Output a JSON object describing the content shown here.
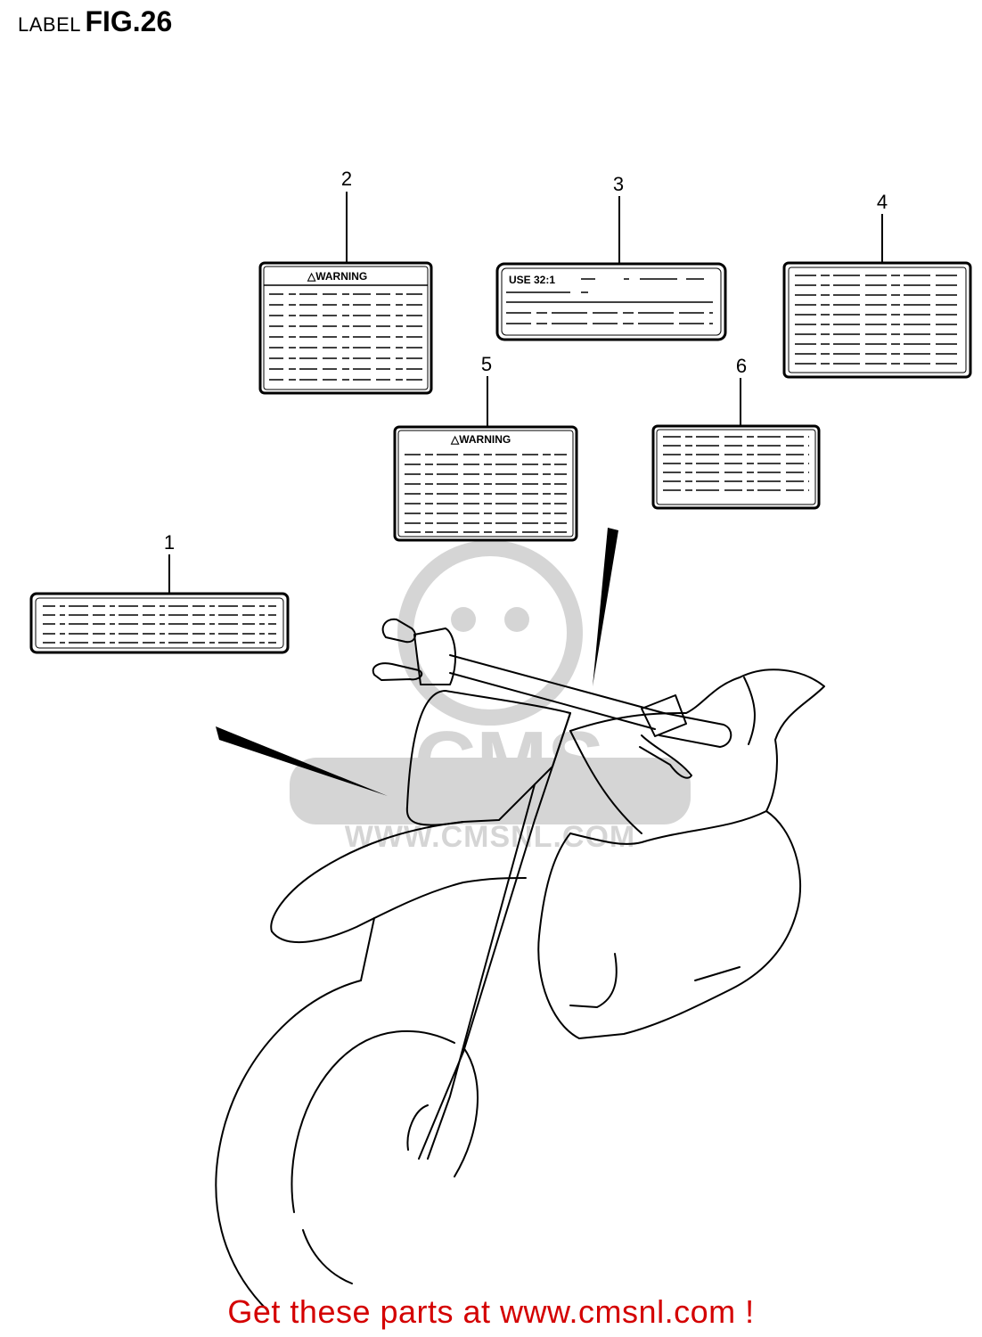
{
  "header": {
    "label": "LABEL",
    "fig": "FIG.26"
  },
  "callouts": [
    "1",
    "2",
    "3",
    "4",
    "5",
    "6"
  ],
  "labels": {
    "warning_label_2": "△WARNING",
    "mix_label_3": "USE 32:1",
    "warning_label_5": "△WARNING"
  },
  "watermark": {
    "logo": "CMS",
    "url": "WWW.CMSNL.COM"
  },
  "footer": {
    "text": "Get these parts at www.cmsnl.com !"
  },
  "colors": {
    "line": "#000000",
    "footer": "#d40000"
  }
}
